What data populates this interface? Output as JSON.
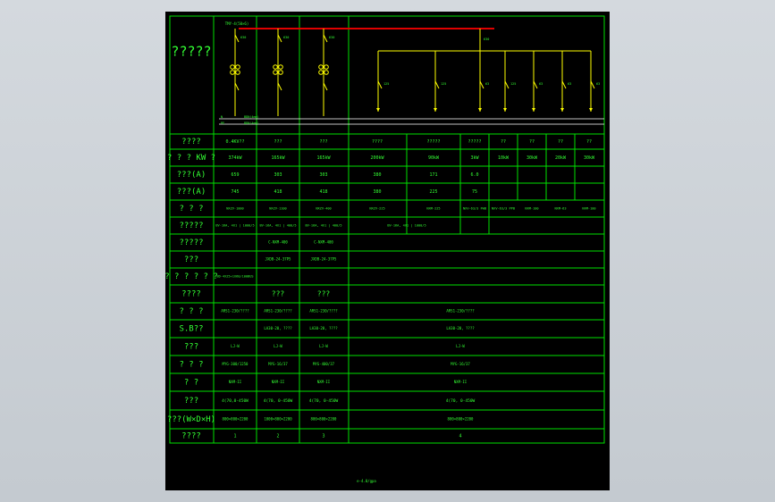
{
  "title_cell": "?????",
  "header_label": "TMY-4(50×6)",
  "bus_labels": [
    "N",
    "PE"
  ],
  "bus_label_suffix": [
    "BDN(4mm)",
    "BDN(4mm)"
  ],
  "breaker_labels": [
    "630",
    "630",
    "630",
    "630",
    "125",
    "125",
    "63",
    "125",
    "63",
    "63",
    "63"
  ],
  "row_labels": [
    "????",
    "? ? ? KW ?",
    "???(A)",
    "???(A)",
    "? ? ?",
    "?????",
    "?????",
    "???",
    "? ? ? ? ? ?",
    "????",
    "? ? ?",
    "S.B??",
    "???",
    "? ? ?",
    "?   ?",
    "???",
    "???(W×D×H)",
    "????"
  ],
  "rows": {
    "name": [
      "0.4KV??",
      "???",
      "???",
      "????",
      "?????",
      "?????",
      "??",
      "??",
      "??",
      "??"
    ],
    "power": [
      "374kW",
      "165kW",
      "165kW",
      "200kW",
      "90kW",
      "3kW",
      "10kW",
      "30kW",
      "20kW",
      "30kW"
    ],
    "current1": [
      "659",
      "303",
      "303",
      "380",
      "171",
      "6.0"
    ],
    "current2": [
      "745",
      "418",
      "418",
      "380",
      "225",
      "75"
    ],
    "model": [
      "NXZV-1000",
      "NXZV-1100",
      "NXZV-400",
      "NXZV-225",
      "NXM-225",
      "NXV-63/3 FWB",
      "NXV-63/3 PPB",
      "NXM-100",
      "NXM-63",
      "NXM-100"
    ],
    "cable": [
      "BV-16A, 4X1 | 1000/5",
      "BV-16A, 4X1 | 400/5",
      "BV-16A, 4X1 | 400/5",
      "BV-16A, 4X1 | 1000/5"
    ],
    "r7": [
      "C-NXM-400",
      "C-NXM-400"
    ],
    "r8": [
      "JXDB-24-37P5",
      "JXDB-24-37P5"
    ],
    "r9": [
      "BD-4X25+1X60/100BUS"
    ],
    "r10": [
      "???",
      "???"
    ],
    "r11": [
      "ARS1-230/????",
      "ARS1-230/????",
      "ARS1-230/????",
      "ARS1-230/????"
    ],
    "r12": [
      "LA30-20, ????",
      "LA30-20, ????",
      "LA30-20, ????"
    ],
    "r13": [
      "LJ-W",
      "LJ-W",
      "LJ-W",
      "LJ-W"
    ],
    "r14": [
      "MYG-300/1250",
      "MYG-16/37",
      "MYG-400/37",
      "MYG-16/37"
    ],
    "r15": [
      "NXM-II",
      "NXM-II",
      "NXM-II",
      "NXM-II"
    ],
    "r16": [
      "4(70,0-450W",
      "4(70, 0-450W",
      "4(70, 0-450W",
      "4(70, 0-450W"
    ],
    "r17": [
      "800×800×2200",
      "1000×800×2200",
      "800×800×2200",
      "800×800×2200"
    ],
    "r18": [
      "1",
      "2",
      "3",
      "4"
    ]
  },
  "footer_text": "e-4.0/gpa"
}
